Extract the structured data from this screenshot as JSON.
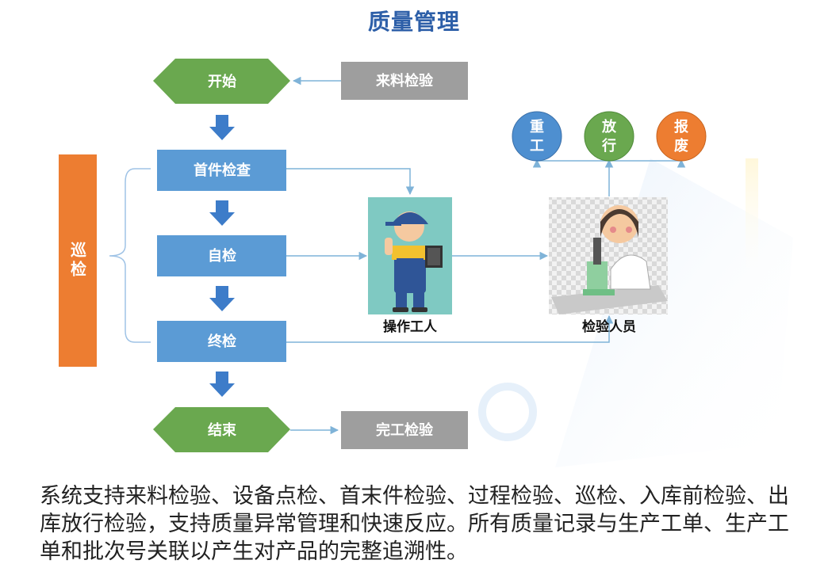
{
  "title": "质量管理",
  "flow": {
    "start": "开始",
    "first_check": "首件检查",
    "self_check": "自检",
    "final_check": "终检",
    "end": "结束",
    "incoming": "来料检验",
    "completion": "完工检验",
    "patrol": "巡检",
    "operator": "操作工人",
    "inspector": "检验人员",
    "rework": "重工",
    "release": "放行",
    "scrap": "报废"
  },
  "colors": {
    "green": "#6aa84f",
    "blue": "#5b9bd5",
    "gray": "#9e9e9e",
    "orange": "#ed7d31",
    "circle_blue": "#4e8fd0",
    "circle_green": "#6aa84f",
    "circle_orange": "#ed7d31",
    "line": "#7fb3d8"
  },
  "description": "系统支持来料检验、设备点检、首末件检验、过程检验、巡检、入库前检验、出库放行检验，支持质量异常管理和快速反应。所有质量记录与生产工单、生产工单和批次号关联以产生对产品的完整追溯性。"
}
